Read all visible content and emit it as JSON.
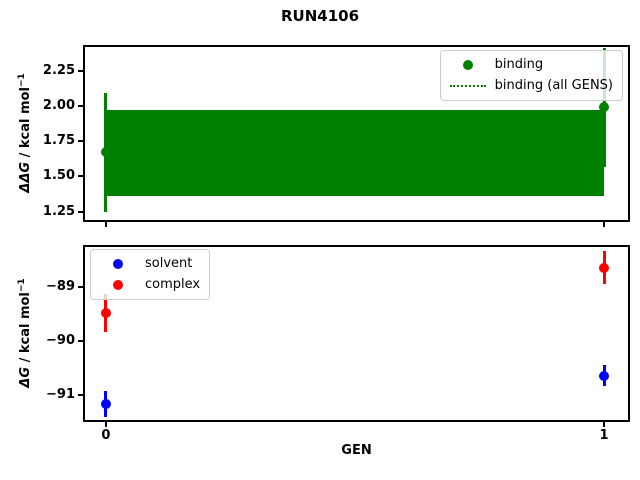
{
  "figure": {
    "title": "RUN4106",
    "background": "#ffffff"
  },
  "colors": {
    "binding": "#008000",
    "solvent": "#0000ff",
    "complex": "#ff0000",
    "axis": "#000000",
    "legend_border": "#cccccc"
  },
  "chart_data": [
    {
      "type": "scatter",
      "id": "top",
      "ylabel": "ΔΔG / kcal mol−1",
      "ylabel_math": "ΔΔG",
      "ylabel_rest": " / kcal mol",
      "ylabel_sup": "−1",
      "xlabel": "",
      "xlim": [
        -0.042,
        1.048
      ],
      "ylim": [
        1.19,
        2.42
      ],
      "grid": false,
      "xticks": [
        {
          "v": 0,
          "label": "0"
        },
        {
          "v": 1,
          "label": "1"
        }
      ],
      "show_xtick_labels": false,
      "yticks": [
        {
          "v": 2.25,
          "label": "2.25"
        },
        {
          "v": 2.0,
          "label": "2.00"
        },
        {
          "v": 1.75,
          "label": "1.75"
        },
        {
          "v": 1.5,
          "label": "1.50"
        },
        {
          "v": 1.25,
          "label": "1.25"
        }
      ],
      "legend": {
        "position": "upper-right",
        "items": [
          {
            "label": "binding",
            "marker": "dot",
            "color": "#008000"
          },
          {
            "label": "binding (all GENS)",
            "marker": "dotted-line",
            "color": "#008000"
          }
        ]
      },
      "series": [
        {
          "name": "binding",
          "color": "#008000",
          "marker": "o",
          "x": [
            0,
            1
          ],
          "y": [
            1.67,
            1.99
          ],
          "yerr": [
            0.42,
            0.42
          ]
        }
      ],
      "band": {
        "name": "binding (all GENS)",
        "color": "#008000",
        "x": [
          0,
          1
        ],
        "lo": 1.36,
        "hi": 1.97,
        "center": 1.66
      }
    },
    {
      "type": "scatter",
      "id": "bottom",
      "ylabel": "ΔG / kcal mol−1",
      "ylabel_math": "ΔG",
      "ylabel_rest": " / kcal mol",
      "ylabel_sup": "−1",
      "xlabel": "GEN",
      "xlim": [
        -0.042,
        1.048
      ],
      "ylim": [
        -91.46,
        -88.27
      ],
      "grid": false,
      "xticks": [
        {
          "v": 0,
          "label": "0"
        },
        {
          "v": 1,
          "label": "1"
        }
      ],
      "show_xtick_labels": true,
      "yticks": [
        {
          "v": -89,
          "label": "−89"
        },
        {
          "v": -90,
          "label": "−90"
        },
        {
          "v": -91,
          "label": "−91"
        }
      ],
      "legend": {
        "position": "upper-left",
        "items": [
          {
            "label": "solvent",
            "marker": "dot",
            "color": "#0000ff"
          },
          {
            "label": "complex",
            "marker": "dot",
            "color": "#ff0000"
          }
        ]
      },
      "series": [
        {
          "name": "solvent",
          "color": "#0000ff",
          "marker": "o",
          "x": [
            0,
            1
          ],
          "y": [
            -91.16,
            -90.64
          ],
          "yerr": [
            0.24,
            0.19
          ]
        },
        {
          "name": "complex",
          "color": "#ff0000",
          "marker": "o",
          "x": [
            0,
            1
          ],
          "y": [
            -89.49,
            -88.65
          ],
          "yerr": [
            0.35,
            0.31
          ]
        }
      ]
    }
  ]
}
